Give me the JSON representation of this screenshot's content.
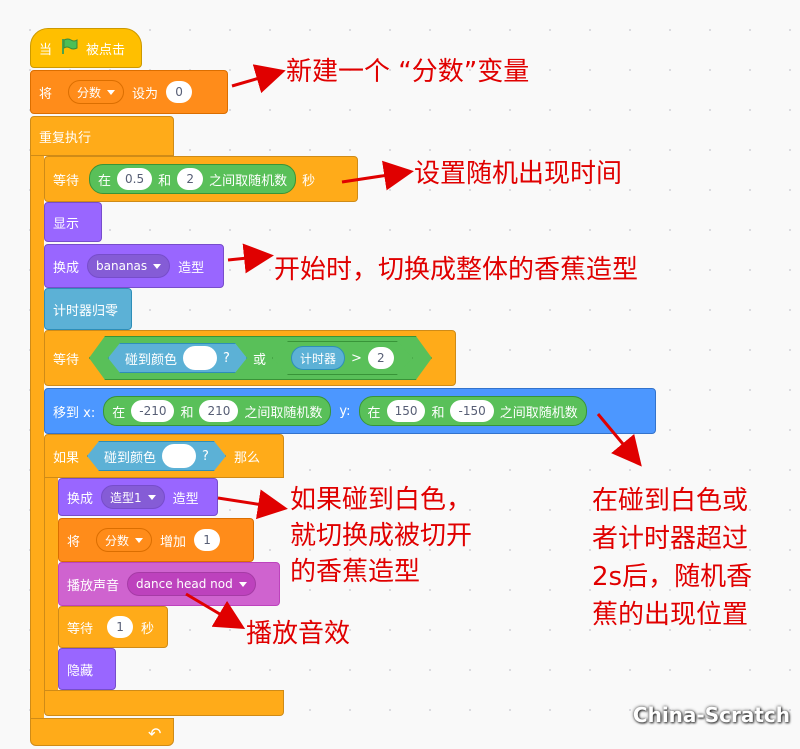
{
  "blocks": {
    "hat": {
      "prefix": "当",
      "suffix": "被点击",
      "icon": "green-flag-icon"
    },
    "set_var": {
      "prefix": "将",
      "var": "分数",
      "mid": "设为",
      "value": "0"
    },
    "forever": {
      "label": "重复执行",
      "loop_icon": "loop-arrow-icon"
    },
    "wait_random": {
      "prefix": "等待",
      "op_in": "在",
      "from": "0.5",
      "and": "和",
      "to": "2",
      "op_suffix": "之间取随机数",
      "suffix": "秒"
    },
    "show": {
      "label": "显示"
    },
    "switch1": {
      "prefix": "换成",
      "costume": "bananas",
      "suffix": "造型"
    },
    "reset_timer": {
      "label": "计时器归零"
    },
    "wait_until": {
      "prefix": "等待",
      "touch_label": "碰到颜色",
      "q": "?",
      "or": "或",
      "timer": "计时器",
      "gt": ">",
      "value": "2"
    },
    "goto": {
      "prefix": "移到 x:",
      "x_in": "在",
      "x_from": "-210",
      "x_and": "和",
      "x_to": "210",
      "x_suffix": "之间取随机数",
      "y_label": "y:",
      "y_in": "在",
      "y_from": "150",
      "y_and": "和",
      "y_to": "-150",
      "y_suffix": "之间取随机数"
    },
    "if": {
      "prefix": "如果",
      "touch_label": "碰到颜色",
      "q": "?",
      "then": "那么"
    },
    "switch2": {
      "prefix": "换成",
      "costume": "造型1",
      "suffix": "造型"
    },
    "change_var": {
      "prefix": "将",
      "var": "分数",
      "mid": "增加",
      "value": "1"
    },
    "play_sound": {
      "prefix": "播放声音",
      "sound": "dance head nod"
    },
    "wait_one": {
      "prefix": "等待",
      "value": "1",
      "suffix": "秒"
    },
    "hide": {
      "label": "隐藏"
    }
  },
  "annotations": {
    "a1": "新建一个 “分数”变量",
    "a2": "设置随机出现时间",
    "a3": "开始时，切换成整体的香蕉造型",
    "a4_line1": "如果碰到白色，",
    "a4_line2": "就切换成被切开",
    "a4_line3": "的香蕉造型",
    "a5": "播放音效",
    "a6_line1": "在碰到白色或",
    "a6_line2": "者计时器超过",
    "a6_line3": "2s后，随机香",
    "a6_line4": "蕉的出现位置"
  },
  "watermark": "China-Scratch",
  "colors": {
    "events": "#ffbf00",
    "control": "#ffab19",
    "variables": "#ff8c1a",
    "looks": "#9966ff",
    "sound": "#cf63cf",
    "sensing": "#5cb1d6",
    "motion": "#4c97ff",
    "operators": "#59c059",
    "annotation": "#e00000"
  }
}
